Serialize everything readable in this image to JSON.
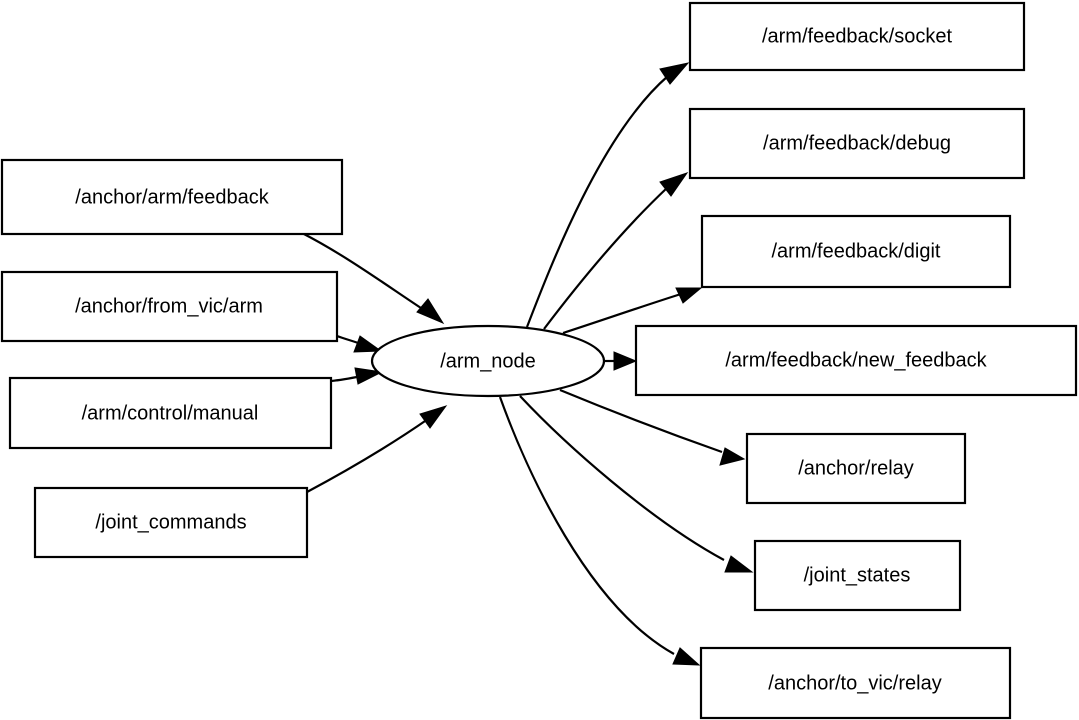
{
  "diagram": {
    "title": "ROS rqt_graph node view",
    "background_color": "#ffffff",
    "line_color": "#000000",
    "text_color": "#000000",
    "center_node": {
      "label": "/arm_node",
      "shape": "ellipse"
    },
    "publisher_topics": [
      {
        "label": "/anchor/arm/feedback"
      },
      {
        "label": "/anchor/from_vic/arm"
      },
      {
        "label": "/arm/control/manual"
      },
      {
        "label": "/joint_commands"
      }
    ],
    "subscriber_topics": [
      {
        "label": "/arm/feedback/socket"
      },
      {
        "label": "/arm/feedback/debug"
      },
      {
        "label": "/arm/feedback/digit"
      },
      {
        "label": "/arm/feedback/new_feedback"
      },
      {
        "label": "/anchor/relay"
      },
      {
        "label": "/joint_states"
      },
      {
        "label": "/anchor/to_vic/relay"
      }
    ],
    "edges": [
      {
        "from": "/anchor/arm/feedback",
        "to": "/arm_node"
      },
      {
        "from": "/anchor/from_vic/arm",
        "to": "/arm_node"
      },
      {
        "from": "/arm/control/manual",
        "to": "/arm_node"
      },
      {
        "from": "/joint_commands",
        "to": "/arm_node"
      },
      {
        "from": "/arm_node",
        "to": "/arm/feedback/socket"
      },
      {
        "from": "/arm_node",
        "to": "/arm/feedback/debug"
      },
      {
        "from": "/arm_node",
        "to": "/arm/feedback/digit"
      },
      {
        "from": "/arm_node",
        "to": "/arm/feedback/new_feedback"
      },
      {
        "from": "/arm_node",
        "to": "/anchor/relay"
      },
      {
        "from": "/arm_node",
        "to": "/joint_states"
      },
      {
        "from": "/arm_node",
        "to": "/anchor/to_vic/relay"
      }
    ]
  }
}
